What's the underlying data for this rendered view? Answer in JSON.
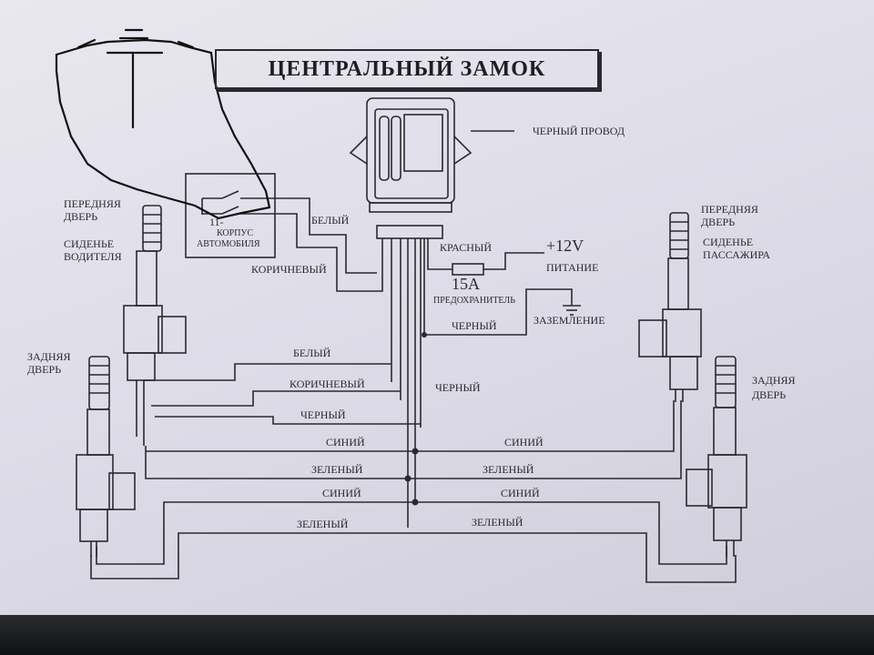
{
  "title": "ЦЕНТРАЛЬНЫЙ ЗАМОК",
  "labels": {
    "black_wire_top": "ЧЕРНЫЙ ПРОВОД",
    "front_door_left_1": "ПЕРЕДНЯЯ",
    "front_door_left_2": "ДВЕРЬ",
    "driver_seat_1": "СИДЕНЬЕ",
    "driver_seat_2": "ВОДИТЕЛЯ",
    "rear_door_left_1": "ЗАДНЯЯ",
    "rear_door_left_2": "ДВЕРЬ",
    "front_door_right_1": "ПЕРЕДНЯЯ",
    "front_door_right_2": "ДВЕРЬ",
    "pass_seat_1": "СИДЕНЬЕ",
    "pass_seat_2": "ПАССАЖИРА",
    "rear_door_right_1": "ЗАДНЯЯ",
    "rear_door_right_2": "ДВЕРЬ",
    "switch_sign": "11-",
    "car_body_1": "КОРПУС",
    "car_body_2": "АВТОМОБИЛЯ",
    "white_top": "БЕЛЫЙ",
    "brown_top": "КОРИЧНЕВЫЙ",
    "red": "КРАСНЫЙ",
    "voltage": "+12V",
    "power": "ПИТАНИЕ",
    "fuse_amp": "15A",
    "fuse": "ПРЕДОХРАНИТЕЛЬ",
    "black_mid": "ЧЕРНЫЙ",
    "ground": "ЗАЗЕМЛЕНИЕ",
    "white_left": "БЕЛЫЙ",
    "brown_left": "КОРИЧНЕВЫЙ",
    "black_center": "ЧЕРНЫЙ",
    "black_left": "ЧЕРНЫЙ",
    "blue_l1": "СИНИЙ",
    "blue_r1": "СИНИЙ",
    "green_l1": "ЗЕЛЕНЫЙ",
    "green_r1": "ЗЕЛЕНЫЙ",
    "blue_l2": "СИНИЙ",
    "blue_r2": "СИНИЙ",
    "green_l2": "ЗЕЛЕНЫЙ",
    "green_r2": "ЗЕЛЕНЫЙ"
  },
  "colors": {
    "paper": "#e4e2ec",
    "ink": "#2a2a2e",
    "marker": "#111111",
    "background": "#2a2b2e"
  }
}
